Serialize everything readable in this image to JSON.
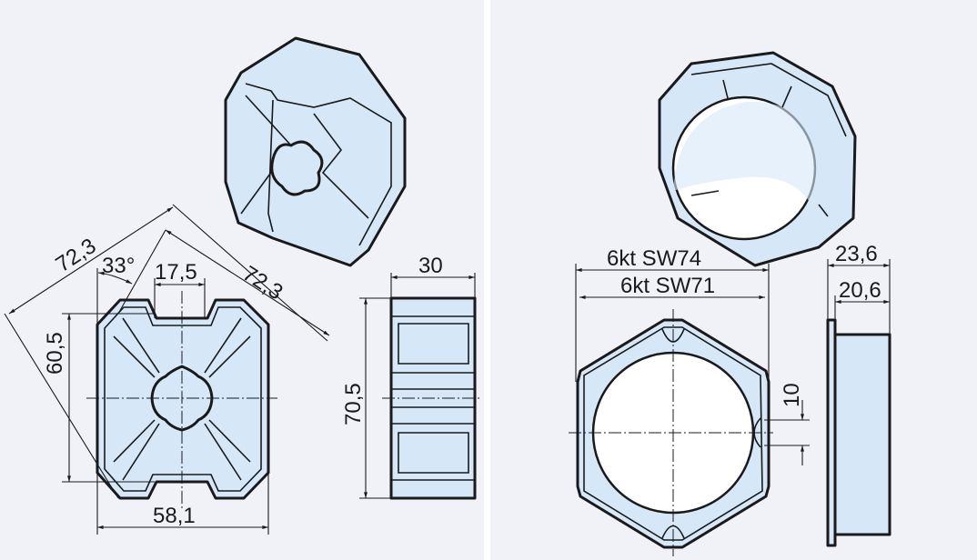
{
  "left_panel": {
    "dimensions": {
      "diag_left": "72,3",
      "diag_right": "72,3",
      "angle": "33°",
      "slot_width": "17,5",
      "height_inner": "60,5",
      "width": "58,1",
      "side_width": "30",
      "side_height": "70,5"
    }
  },
  "right_panel": {
    "dimensions": {
      "hex_outer": "6kt SW74",
      "hex_inner": "6kt SW71",
      "notch": "10",
      "side_outer": "23,6",
      "side_inner": "20,6"
    }
  },
  "colors": {
    "background": "#f0f2f8",
    "part_fill": "#d6e8f8",
    "line": "#1a1a1a"
  }
}
